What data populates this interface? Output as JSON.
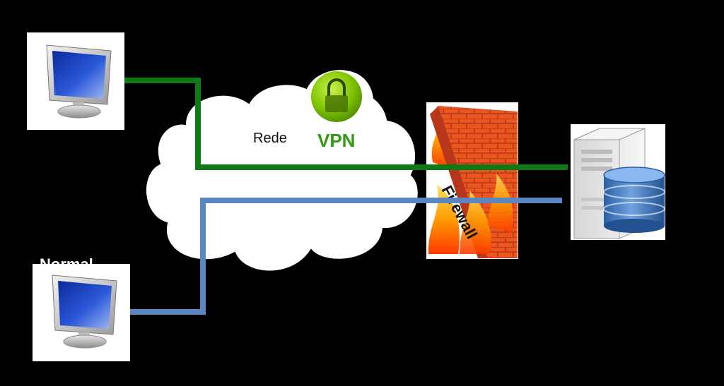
{
  "diagram": {
    "network_label": "Rede",
    "vpn_label": "VPN",
    "firewall_label": "Firewall",
    "normal_label": "Normal",
    "nodes": {
      "top_client": "computer-monitor-icon",
      "bottom_client": "computer-monitor-icon",
      "server": "server-database-icon",
      "vpn": "padlock-icon",
      "firewall": "brick-wall-fire-icon"
    },
    "links": {
      "vpn_link_color": "#0e7a16",
      "normal_link_color": "#5b86c0"
    }
  }
}
